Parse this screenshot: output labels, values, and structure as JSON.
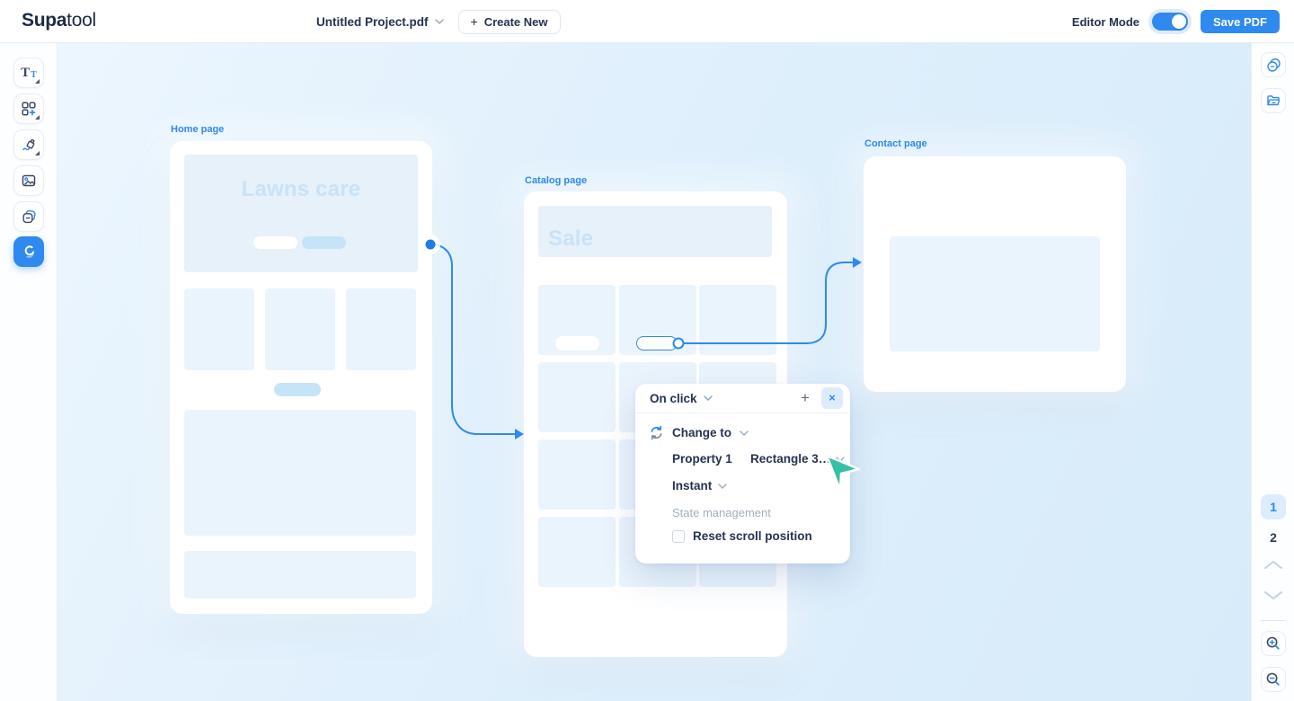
{
  "header": {
    "logo_primary": "Supa",
    "logo_secondary": "tool",
    "project_name": "Untitled Project.pdf",
    "plus": "+",
    "create_new_label": "Create New",
    "editor_mode_label": "Editor Mode",
    "editor_mode_on": true,
    "save_button_label": "Save PDF"
  },
  "left_toolbar": {
    "tools": [
      "text",
      "elements",
      "draw",
      "image",
      "stickers",
      "interactions"
    ],
    "active_tool": "interactions"
  },
  "canvas": {
    "artboards": [
      {
        "label": "Home page",
        "hero_title": "Lawns care"
      },
      {
        "label": "Catalog page",
        "hero_title": "Sale"
      },
      {
        "label": "Contact page",
        "hero_title": ""
      }
    ]
  },
  "popup": {
    "trigger_label": "On click",
    "add_label": "+",
    "close_label": "×",
    "action_label": "Change to",
    "property_label": "Property 1",
    "property_value": "Rectangle 3…",
    "easing_label": "Instant",
    "section_label": "State management",
    "checkbox_label": "Reset scroll position",
    "checkbox_checked": false
  },
  "right_toolbar": {
    "pages": [
      "1",
      "2"
    ],
    "current_page": "1"
  },
  "colors": {
    "accent": "#2F89F0",
    "cursor_teal": "#35C1A3",
    "wireframe_fill": "#EAF4FC"
  }
}
